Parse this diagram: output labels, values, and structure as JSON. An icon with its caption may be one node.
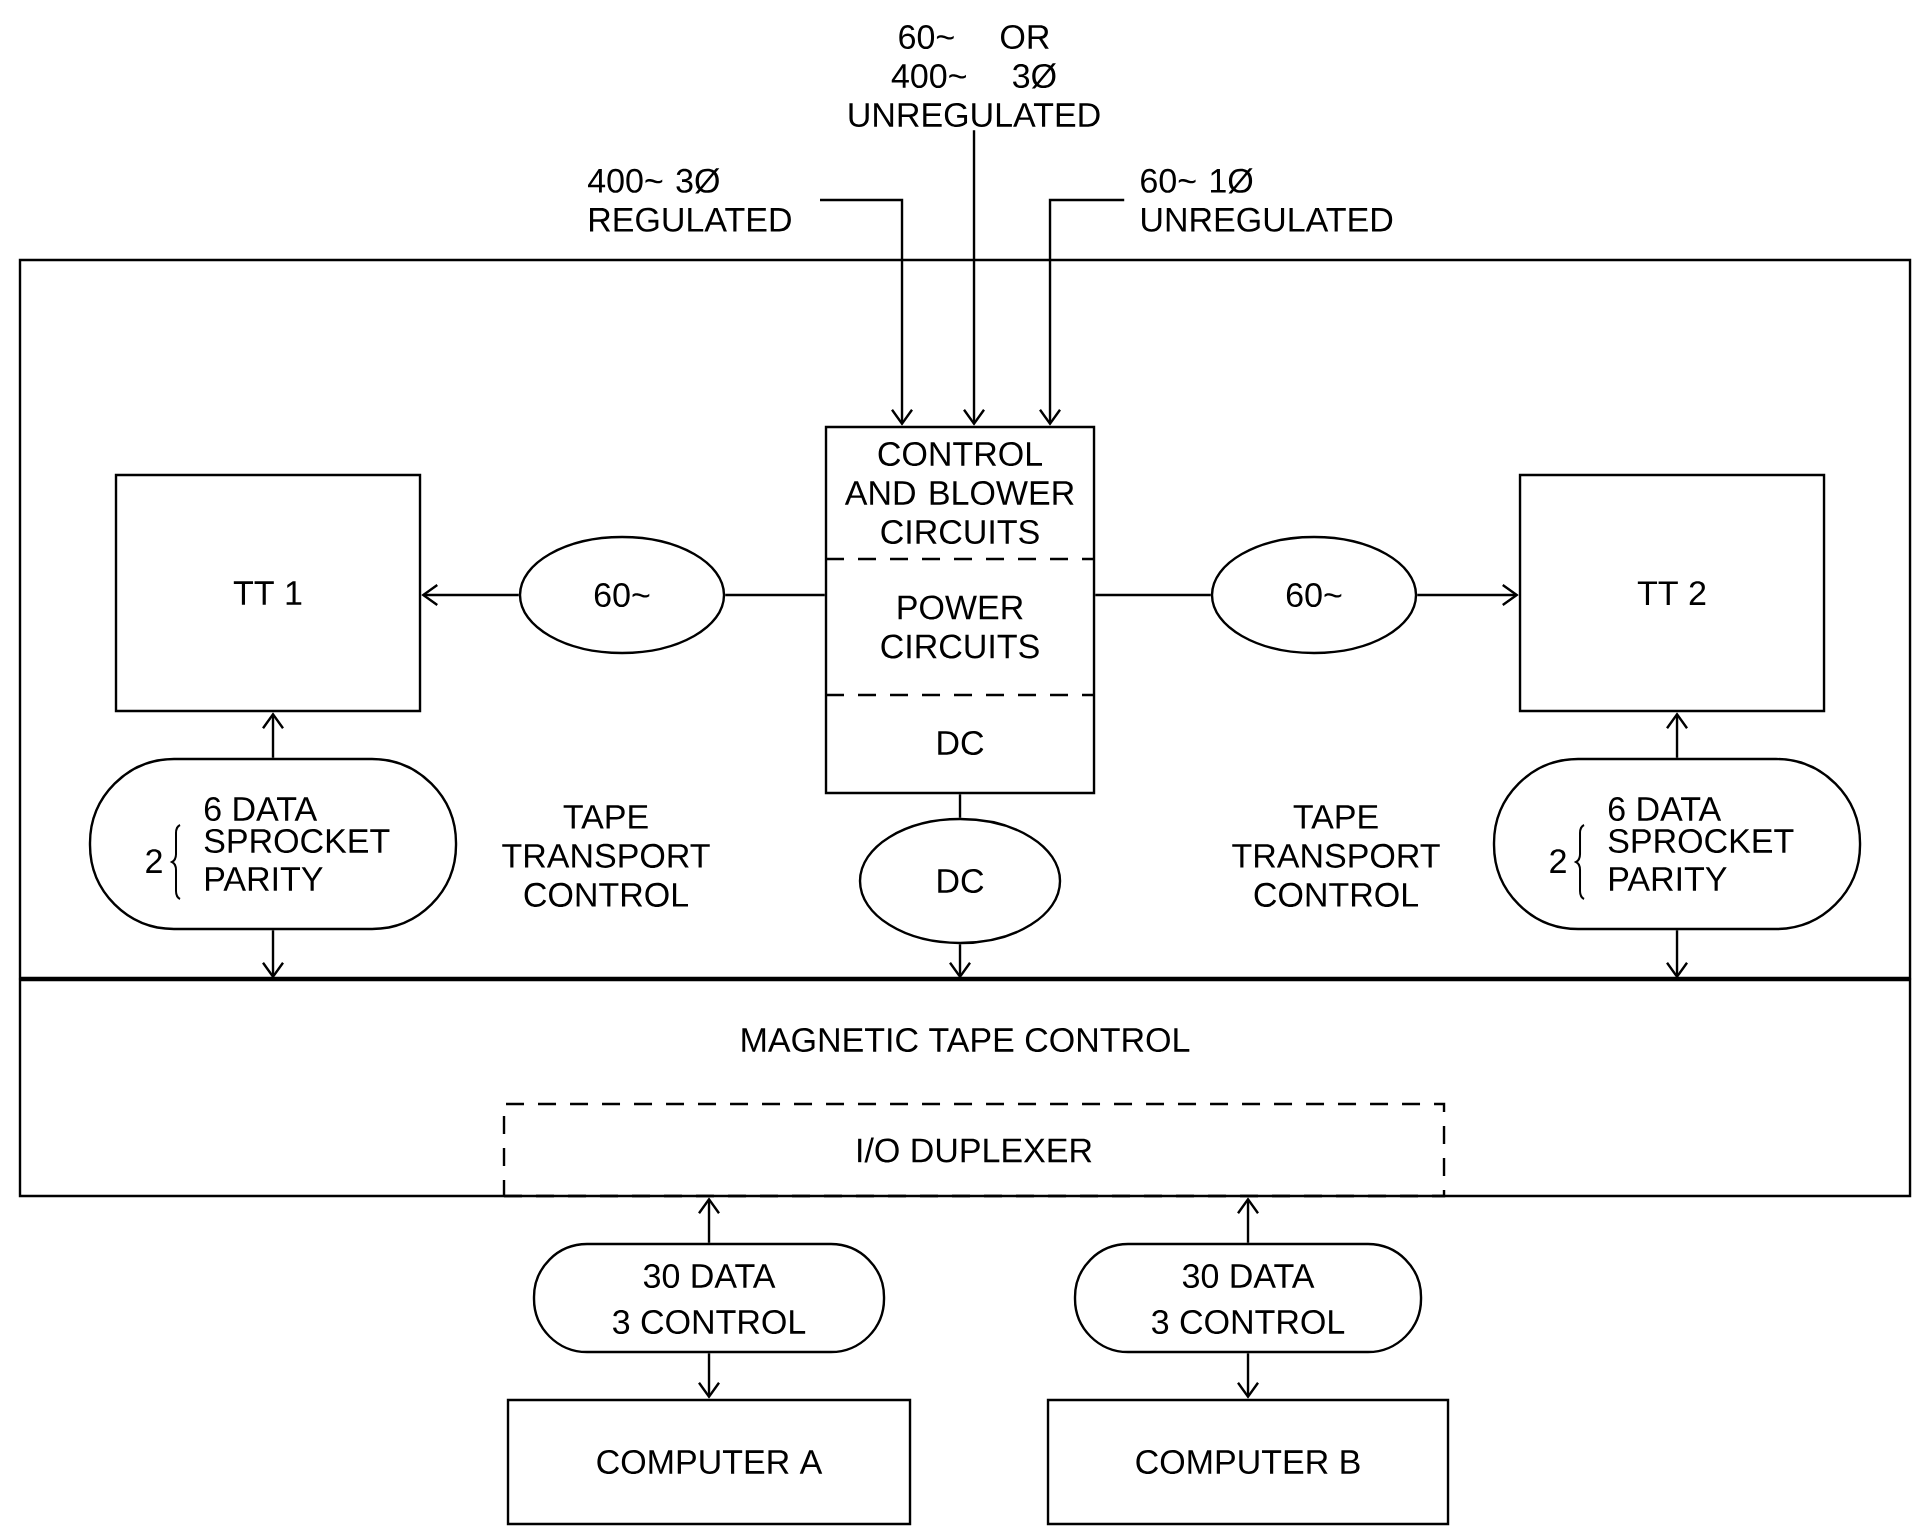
{
  "diagram": {
    "nodes": [
      {
        "text": [
          "400~ 3Ø REGULATED"
        ]
      },
      {
        "text": [
          "60~ OR 400~ 3Ø UNREGULATED"
        ]
      },
      {
        "text": [
          "60~ 1Ø UNREGULATED"
        ]
      },
      {
        "text": [],
        "shape": "box"
      },
      {
        "text": [
          "CONTROL AND BLOWER CIRCUITS",
          "POWER CIRCUITS",
          "DC"
        ],
        "in": 3
      },
      {
        "text": [
          "TT 1"
        ],
        "in": 3
      },
      {
        "text": [
          "60~"
        ],
        "in": 3
      },
      {
        "text": [
          "60~"
        ],
        "in": 3
      },
      {
        "text": [
          "TT 2"
        ],
        "in": 3
      },
      {
        "text": [
          "6 DATA",
          "2",
          "SPROCKET",
          "PARITY"
        ],
        "in": 3
      },
      {
        "text": [
          "DC"
        ],
        "in": 3
      },
      {
        "text": [
          "6 DATA",
          "2",
          "SPROCKET",
          "PARITY"
        ],
        "in": 3
      },
      {
        "text": [
          "MAGNETIC TAPE CONTROL"
        ]
      },
      {
        "text": [
          "I/O DUPLEXER"
        ],
        "in": 12
      },
      {
        "text": [
          "30 DATA",
          "3 CONTROL"
        ]
      },
      {
        "text": [
          "30 DATA",
          "3 CONTROL"
        ]
      },
      {
        "text": [
          "COMPUTER A"
        ]
      },
      {
        "text": [
          "COMPUTER B"
        ]
      }
    ],
    "edges": [
      {
        "from": 0,
        "to": 4,
        "arrow": "to"
      },
      {
        "from": 1,
        "to": 4,
        "arrow": "to"
      },
      {
        "from": 2,
        "to": 4,
        "arrow": "to"
      },
      {
        "from": 4,
        "to": 6,
        "arrow": "none"
      },
      {
        "from": 6,
        "to": 5,
        "arrow": "to"
      },
      {
        "from": 4,
        "to": 7,
        "arrow": "none"
      },
      {
        "from": 7,
        "to": 8,
        "arrow": "to"
      },
      {
        "from": 9,
        "to": 5,
        "arrow": "to"
      },
      {
        "from": 9,
        "to": 12,
        "arrow": "to"
      },
      {
        "from": 4,
        "to": 10,
        "arrow": "none"
      },
      {
        "from": 10,
        "to": 12,
        "arrow": "to"
      },
      {
        "from": 11,
        "to": 8,
        "arrow": "to"
      },
      {
        "from": 11,
        "to": 12,
        "arrow": "to"
      },
      {
        "from": 14,
        "to": 13,
        "arrow": "to"
      },
      {
        "from": 14,
        "to": 16,
        "arrow": "to"
      },
      {
        "from": 15,
        "to": 13,
        "arrow": "to"
      },
      {
        "from": 15,
        "to": 17,
        "arrow": "to"
      }
    ],
    "labels": [
      "TAPE TRANSPORT CONTROL",
      "TAPE TRANSPORT CONTROL"
    ]
  }
}
